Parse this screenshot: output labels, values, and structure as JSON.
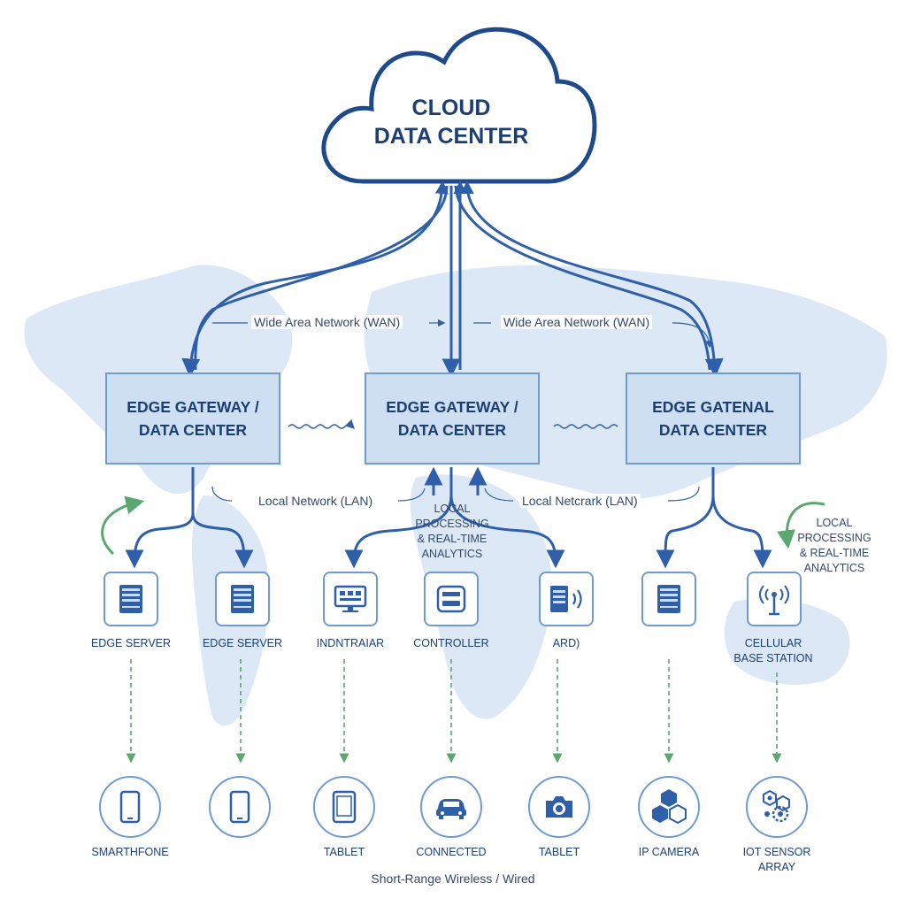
{
  "cloud": {
    "line1": "CLOUD",
    "line2": "DATA CENTER"
  },
  "gateways": [
    {
      "line1": "EDGE GATEWAY /",
      "line2": "DATA CENTER"
    },
    {
      "line1": "EDGE GATEWAY /",
      "line2": "DATA CENTER"
    },
    {
      "line1": "EDGE GATENAL",
      "line2": "DATA CENTER"
    }
  ],
  "links": {
    "wan_left": "Wide Area Network (WAN)",
    "wan_right": "Wide Area Network (WAN)",
    "lan_left": "Local Network (LAN)",
    "lan_right": "Local Netcrark (LAN)"
  },
  "processing": {
    "center": [
      "LOCAL",
      "PROCESSING",
      "& REAL-TIME",
      "ANALYTICS"
    ],
    "right": [
      "LOCAL",
      "PROCESSING",
      "& REAL-TIME",
      "ANALYTICS"
    ]
  },
  "edge_devices": [
    {
      "label": "EDGE SERVER",
      "icon": "server-icon"
    },
    {
      "label": "EDGE SERVER",
      "icon": "server-icon"
    },
    {
      "label": "INDNTRAIAR",
      "icon": "industrial-panel-icon"
    },
    {
      "label": "CONTROLLER",
      "icon": "controller-icon"
    },
    {
      "label": "ARD)",
      "icon": "wireless-server-icon"
    },
    {
      "label": "",
      "icon": "server-icon"
    },
    {
      "label": "CELLULAR",
      "label2": "BASE STATION",
      "icon": "antenna-icon"
    }
  ],
  "end_devices": [
    {
      "label": "SMARTHFONE",
      "icon": "smartphone-icon"
    },
    {
      "label": "",
      "icon": "smartphone-icon"
    },
    {
      "label": "TABLET",
      "icon": "tablet-icon"
    },
    {
      "label": "CONNECTED",
      "icon": "car-icon"
    },
    {
      "label": "TABLET",
      "icon": "camera-icon"
    },
    {
      "label": "IP CAMERA",
      "icon": "hexagon-cluster-icon"
    },
    {
      "label": "IOT SENSOR",
      "label2": "ARRAY",
      "icon": "sensor-array-icon"
    }
  ],
  "footer": "Short-Range Wireless / Wired",
  "colors": {
    "primary": "#2e5fa8",
    "dark": "#1b3f73",
    "box_fill": "#cfdff2",
    "border": "#6f9bd1",
    "green": "#5aa870",
    "map": "#dce8f5"
  }
}
